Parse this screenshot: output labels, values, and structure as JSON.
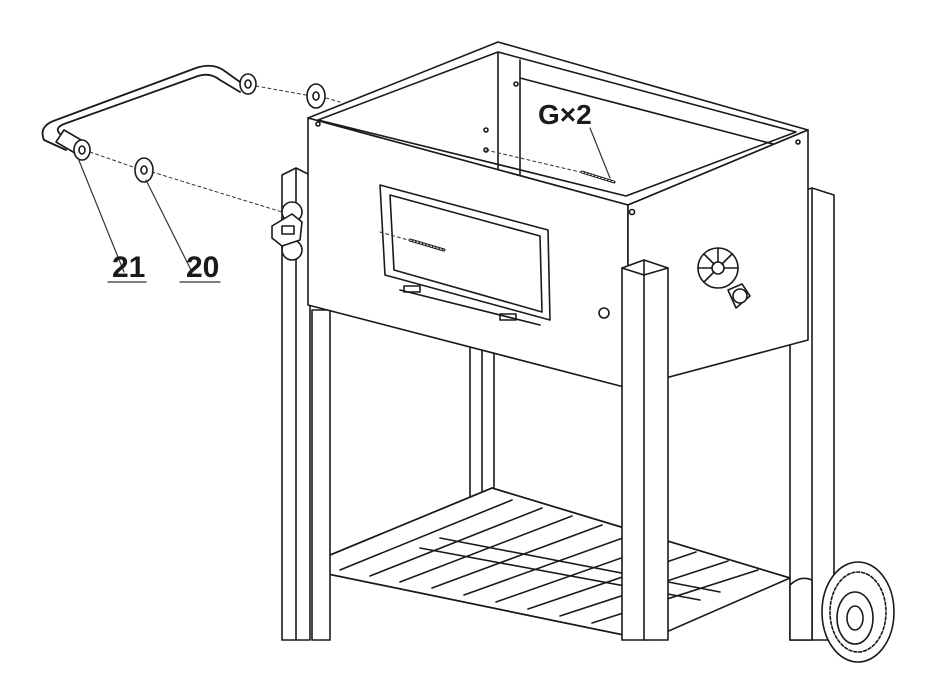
{
  "callouts": {
    "fastener": "G×2",
    "handle": "21",
    "washer": "20"
  },
  "colors": {
    "line": "#1a1a1a",
    "paper": "#ffffff",
    "leader": "#333333"
  }
}
